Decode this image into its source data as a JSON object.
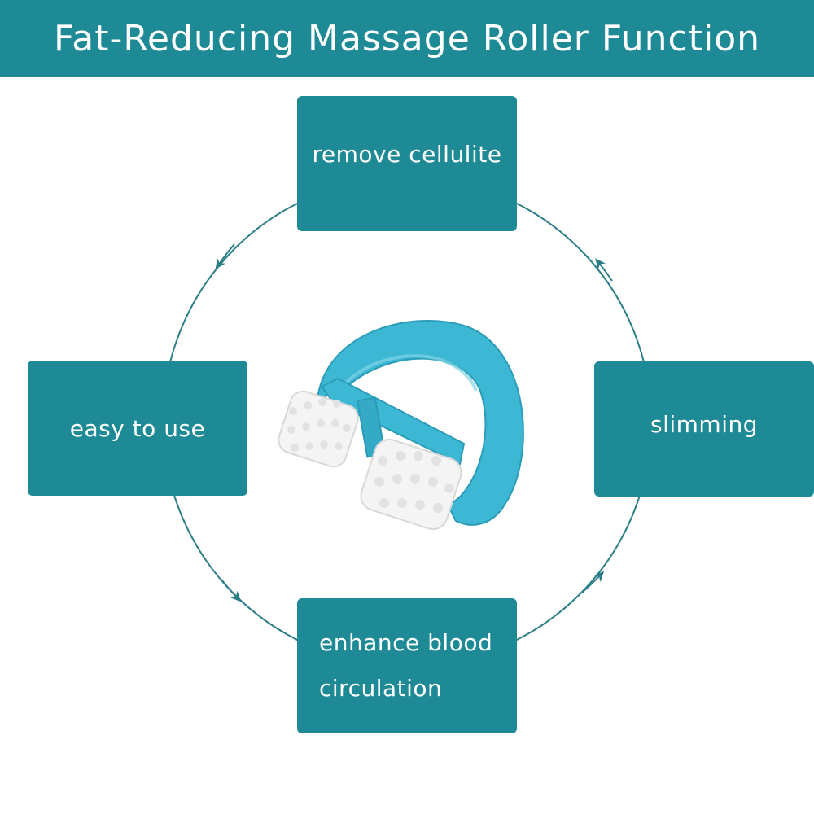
{
  "header": {
    "title": "Fat-Reducing Massage Roller Function"
  },
  "diagram": {
    "top_box": "remove cellulite",
    "right_box": "slimming",
    "bottom_box_line1": "enhance blood",
    "bottom_box_line2": "circulation",
    "left_box": "easy to use"
  },
  "colors": {
    "teal": "#1e8a96",
    "circle": "#2a7e88",
    "roller_blue": "#3db8d4",
    "roller_white": "#f4f4f4"
  }
}
